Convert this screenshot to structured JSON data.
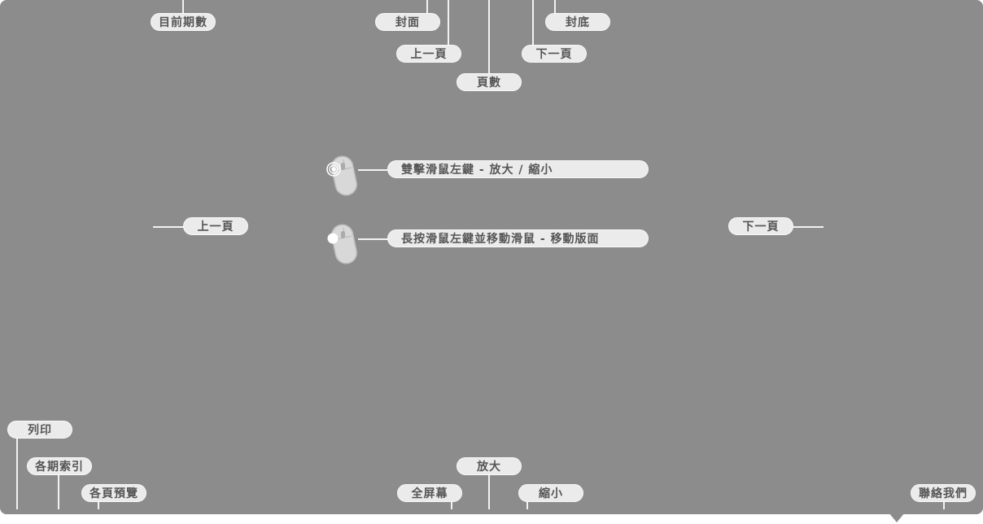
{
  "help": {
    "current_issue": "目前期數",
    "cover": "封面",
    "prev_page_top": "上一頁",
    "page_number": "頁數",
    "next_page_top": "下一頁",
    "back_cover": "封底",
    "double_click_hint": "雙擊滑鼠左鍵 - 放大 / 縮小",
    "hold_drag_hint": "長按滑鼠左鍵並移動滑鼠 - 移動版面",
    "prev_page_side": "上一頁",
    "next_page_side": "下一頁",
    "print": "列印",
    "issue_index": "各期索引",
    "page_preview": "各頁預覽",
    "zoom_in": "放大",
    "fullscreen": "全屏幕",
    "zoom_out": "縮小",
    "contact_us": "聯絡我們"
  },
  "colors": {
    "overlay": "#8c8c8c",
    "pill_bg": "#ebebeb",
    "pill_text": "#555555",
    "connector": "#f2f2f2"
  },
  "icons": [
    "mouse-double-click-icon",
    "mouse-press-drag-icon"
  ]
}
